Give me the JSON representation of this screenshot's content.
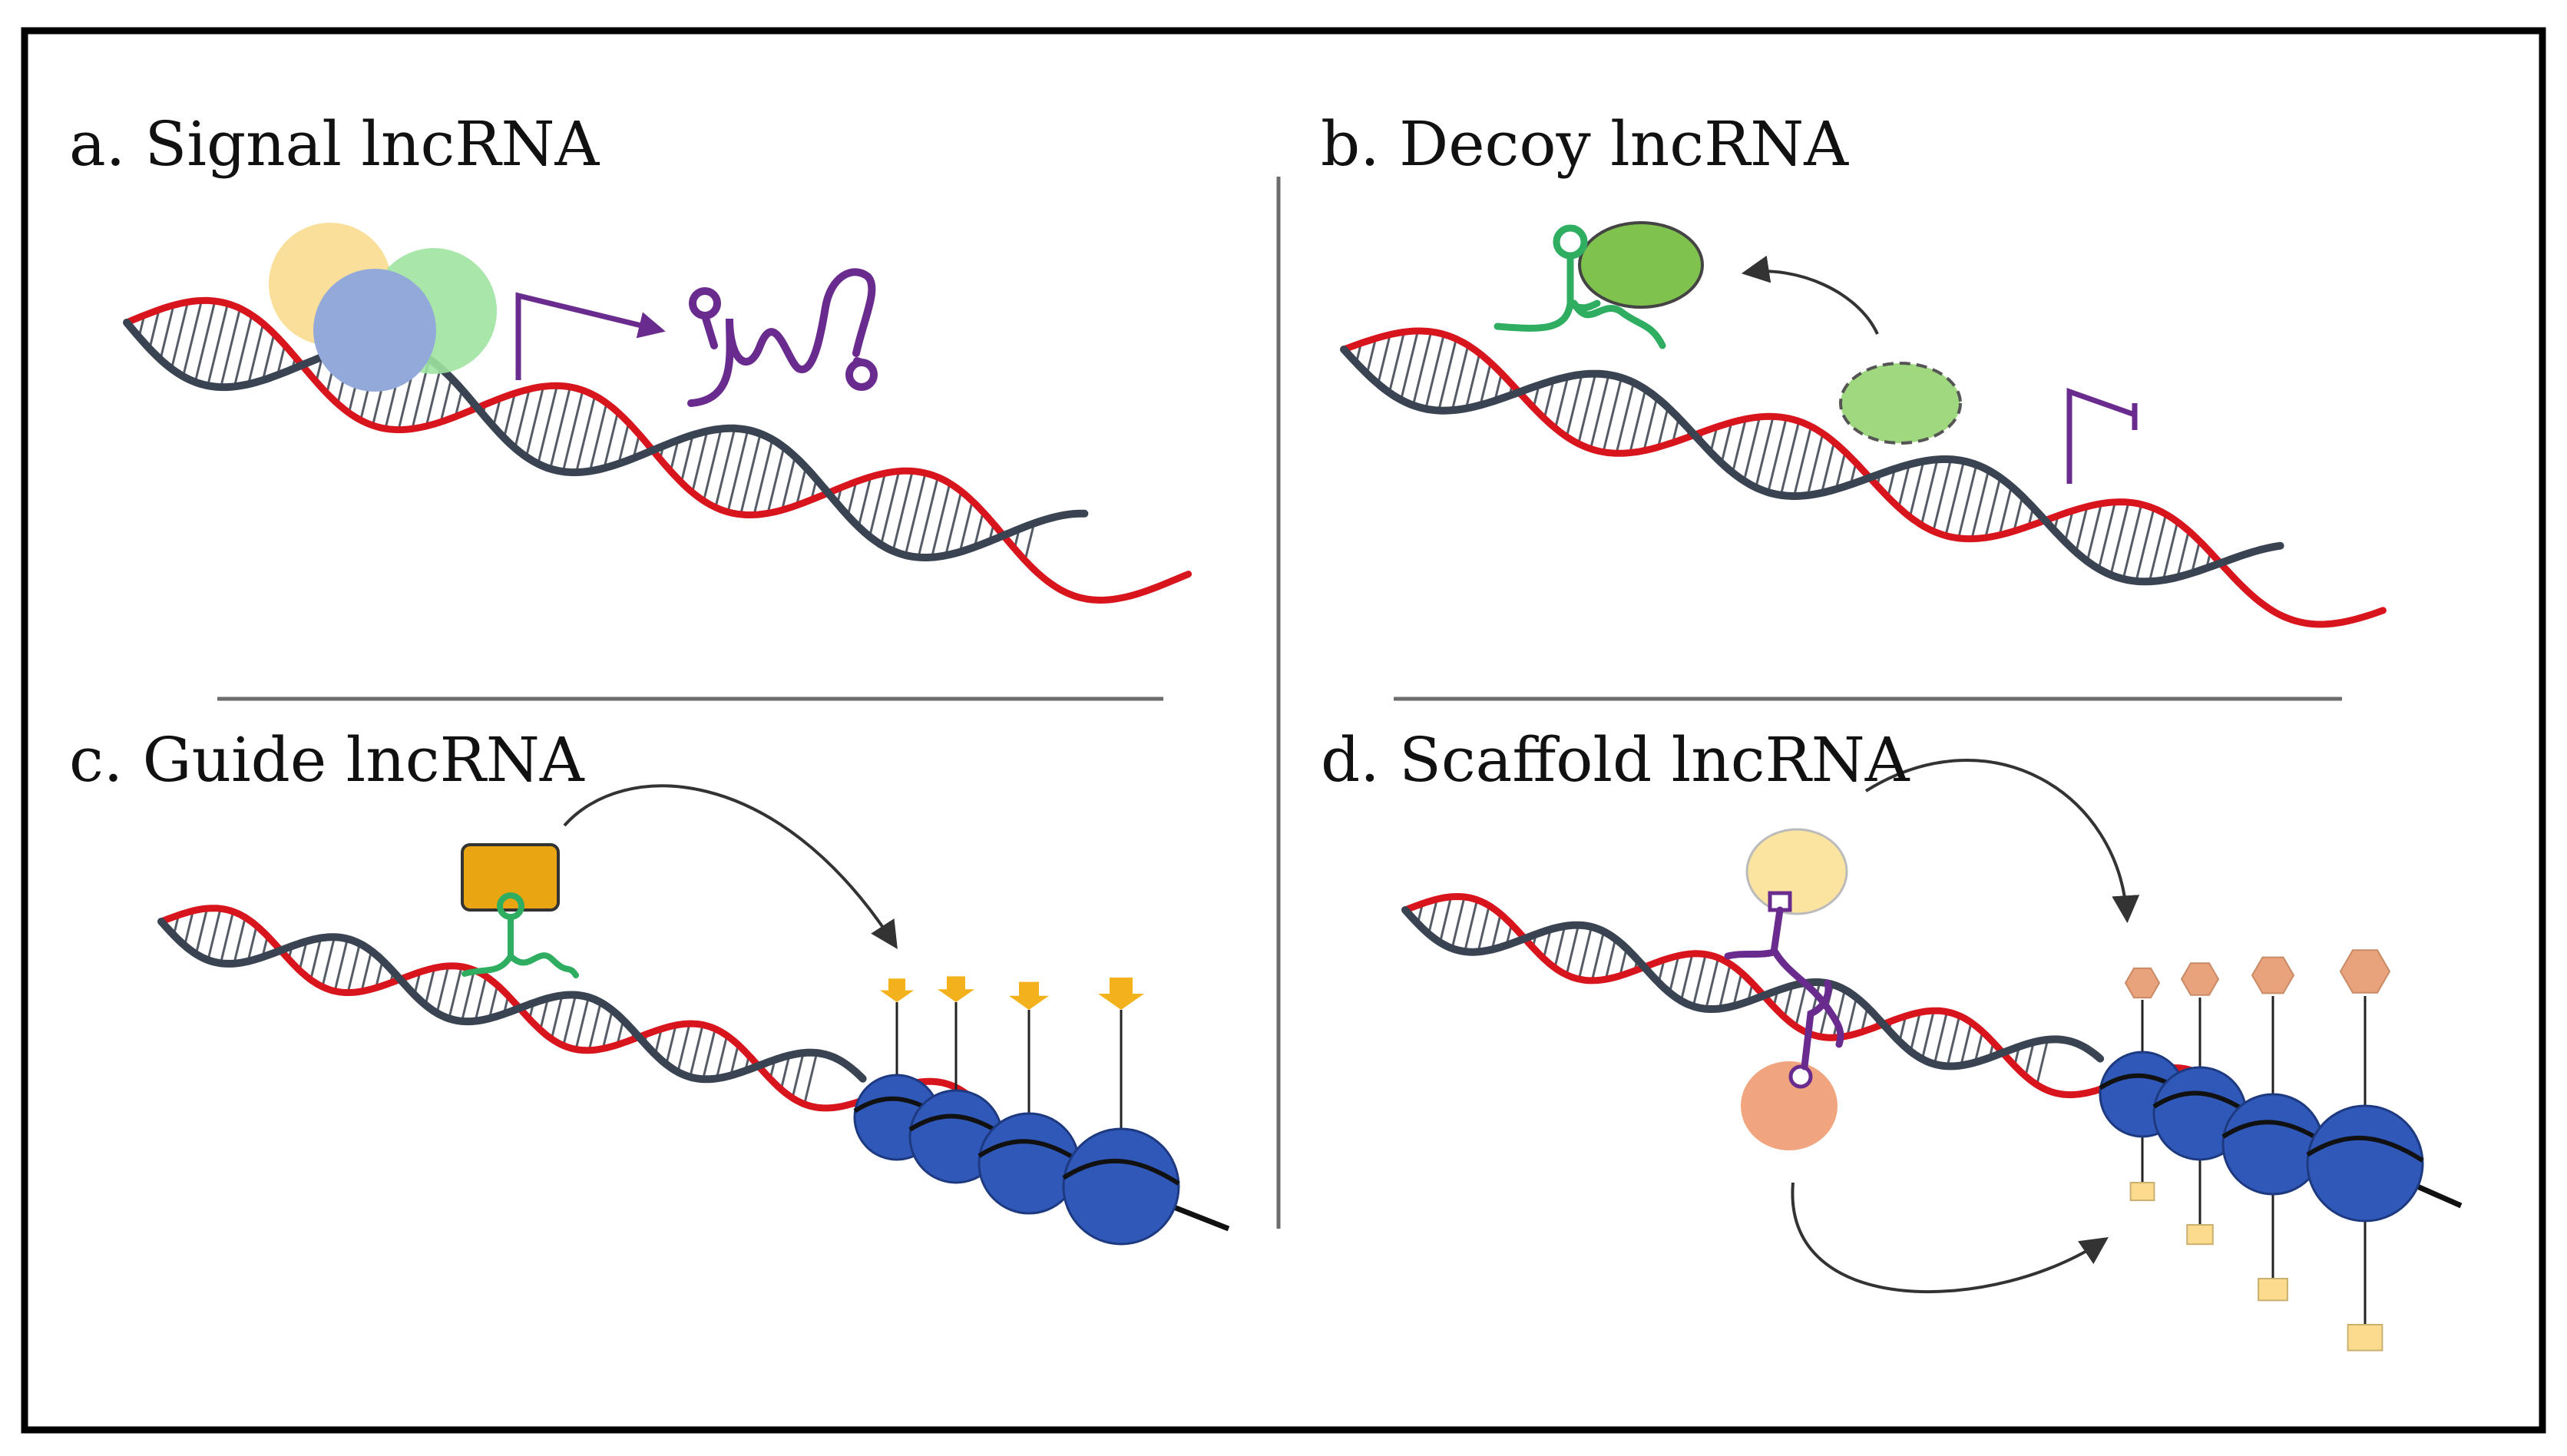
{
  "panels": {
    "a": {
      "title": "a. Signal lncRNA"
    },
    "b": {
      "title": "b. Decoy lncRNA"
    },
    "c": {
      "title": "c. Guide lncRNA"
    },
    "d": {
      "title": "d. Scaffold lncRNA"
    }
  },
  "colors": {
    "frame": "#000000",
    "divider": "#6d6d6d",
    "dna_dark": "#3a4352",
    "dna_red": "#d8141d",
    "rung": "#555c66",
    "signal_yellow": "#f9dc8f",
    "signal_green": "#9fe3a0",
    "signal_blue": "#93a9d9",
    "lncrna_purple": "#6a2b8f",
    "lncrna_green": "#2fae62",
    "decoy_protein": "#7fc24d",
    "guide_protein": "#e9a612",
    "nucleosome": "#2f58b8",
    "mark_orange_arrow": "#f3b21c",
    "mark_hexagon": "#e9a37c",
    "mark_square": "#fbdc8e",
    "scaffold_yellow": "#fbe3a0",
    "scaffold_orange": "#f0a57e",
    "arrow": "#333333"
  },
  "icons": {
    "promoter": "promoter-arrow-icon",
    "blocked_promoter": "blocked-promoter-icon",
    "hairpin": "rna-hairpin-icon"
  }
}
